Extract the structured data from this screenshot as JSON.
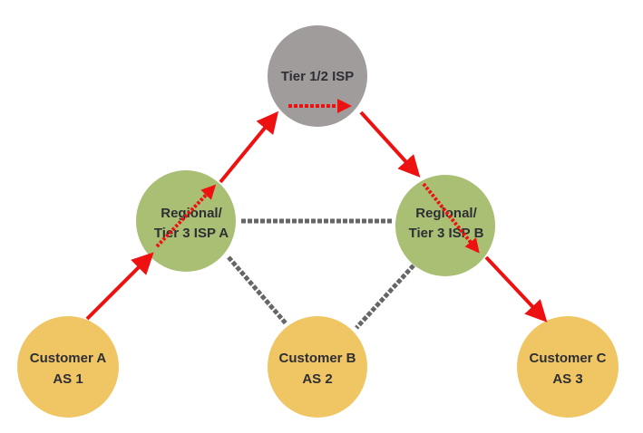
{
  "title": "BGP routing path between customer ASes",
  "colors": {
    "tier1": "#a09c9c",
    "regional": "#a9bf74",
    "customer": "#f0c665",
    "route": "#ee1111",
    "peer_link": "#666666"
  },
  "nodes": {
    "tier1": {
      "line1": "Tier 1/2 ISP",
      "line2": ""
    },
    "isp_a": {
      "line1": "Regional/",
      "line2": "Tier 3 ISP A"
    },
    "isp_b": {
      "line1": "Regional/",
      "line2": "Tier 3 ISP B"
    },
    "cust_a": {
      "line1": "Customer A",
      "line2": "AS 1"
    },
    "cust_b": {
      "line1": "Customer B",
      "line2": "AS 2"
    },
    "cust_c": {
      "line1": "Customer C",
      "line2": "AS 3"
    }
  },
  "edges": [
    {
      "from": "cust_a",
      "to": "isp_a",
      "type": "route"
    },
    {
      "from": "isp_a",
      "to": "tier1",
      "type": "route"
    },
    {
      "from": "tier1",
      "to": "isp_b",
      "type": "route"
    },
    {
      "from": "isp_b",
      "to": "cust_c",
      "type": "route"
    },
    {
      "from": "isp_a",
      "to": "isp_b",
      "type": "peer"
    },
    {
      "from": "isp_a",
      "to": "cust_b",
      "type": "peer"
    },
    {
      "from": "isp_b",
      "to": "cust_b",
      "type": "peer"
    }
  ],
  "transit_paths": [
    "isp_a",
    "tier1",
    "isp_b"
  ]
}
